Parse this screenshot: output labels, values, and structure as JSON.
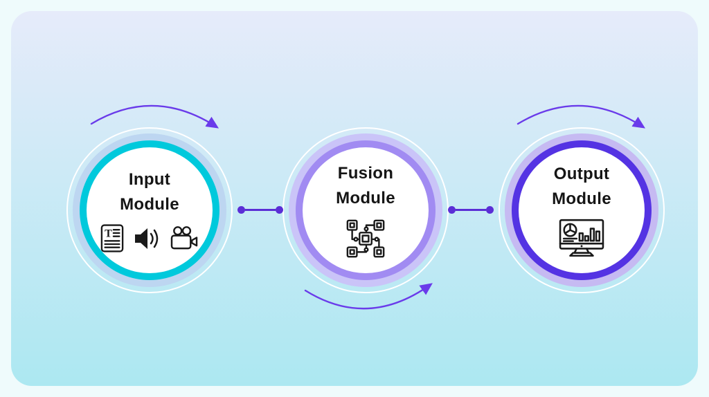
{
  "colors": {
    "background": "#EFFBFC",
    "panel-top": "#E6EBFA",
    "panel-bottom": "#ACE8F1",
    "arrow": "#6A3BEA",
    "connector": "#5B2ED6",
    "text": "#151515",
    "icon": "#1A1A1A",
    "circle-fill": "#FFFFFF",
    "outline-ring": "#FFFFFF"
  },
  "modules": [
    {
      "id": "input",
      "title_line1": "Input",
      "title_line2": "Module",
      "ring_color": "#00C9DC",
      "halo_color": "#BDD6F1",
      "arrow_position": "top",
      "icons": [
        "text-document-icon",
        "audio-speaker-icon",
        "video-camera-icon"
      ]
    },
    {
      "id": "fusion",
      "title_line1": "Fusion",
      "title_line2": "Module",
      "ring_color": "#A18BF2",
      "halo_color": "#CAC4F8",
      "arrow_position": "bottom",
      "icons": [
        "network-fusion-icon"
      ]
    },
    {
      "id": "output",
      "title_line1": "Output",
      "title_line2": "Module",
      "ring_color": "#5433E3",
      "halo_color": "#C6BAF2",
      "arrow_position": "top",
      "icons": [
        "dashboard-monitor-icon"
      ]
    }
  ],
  "connectors": [
    {
      "from": "input",
      "to": "fusion"
    },
    {
      "from": "fusion",
      "to": "output"
    }
  ]
}
